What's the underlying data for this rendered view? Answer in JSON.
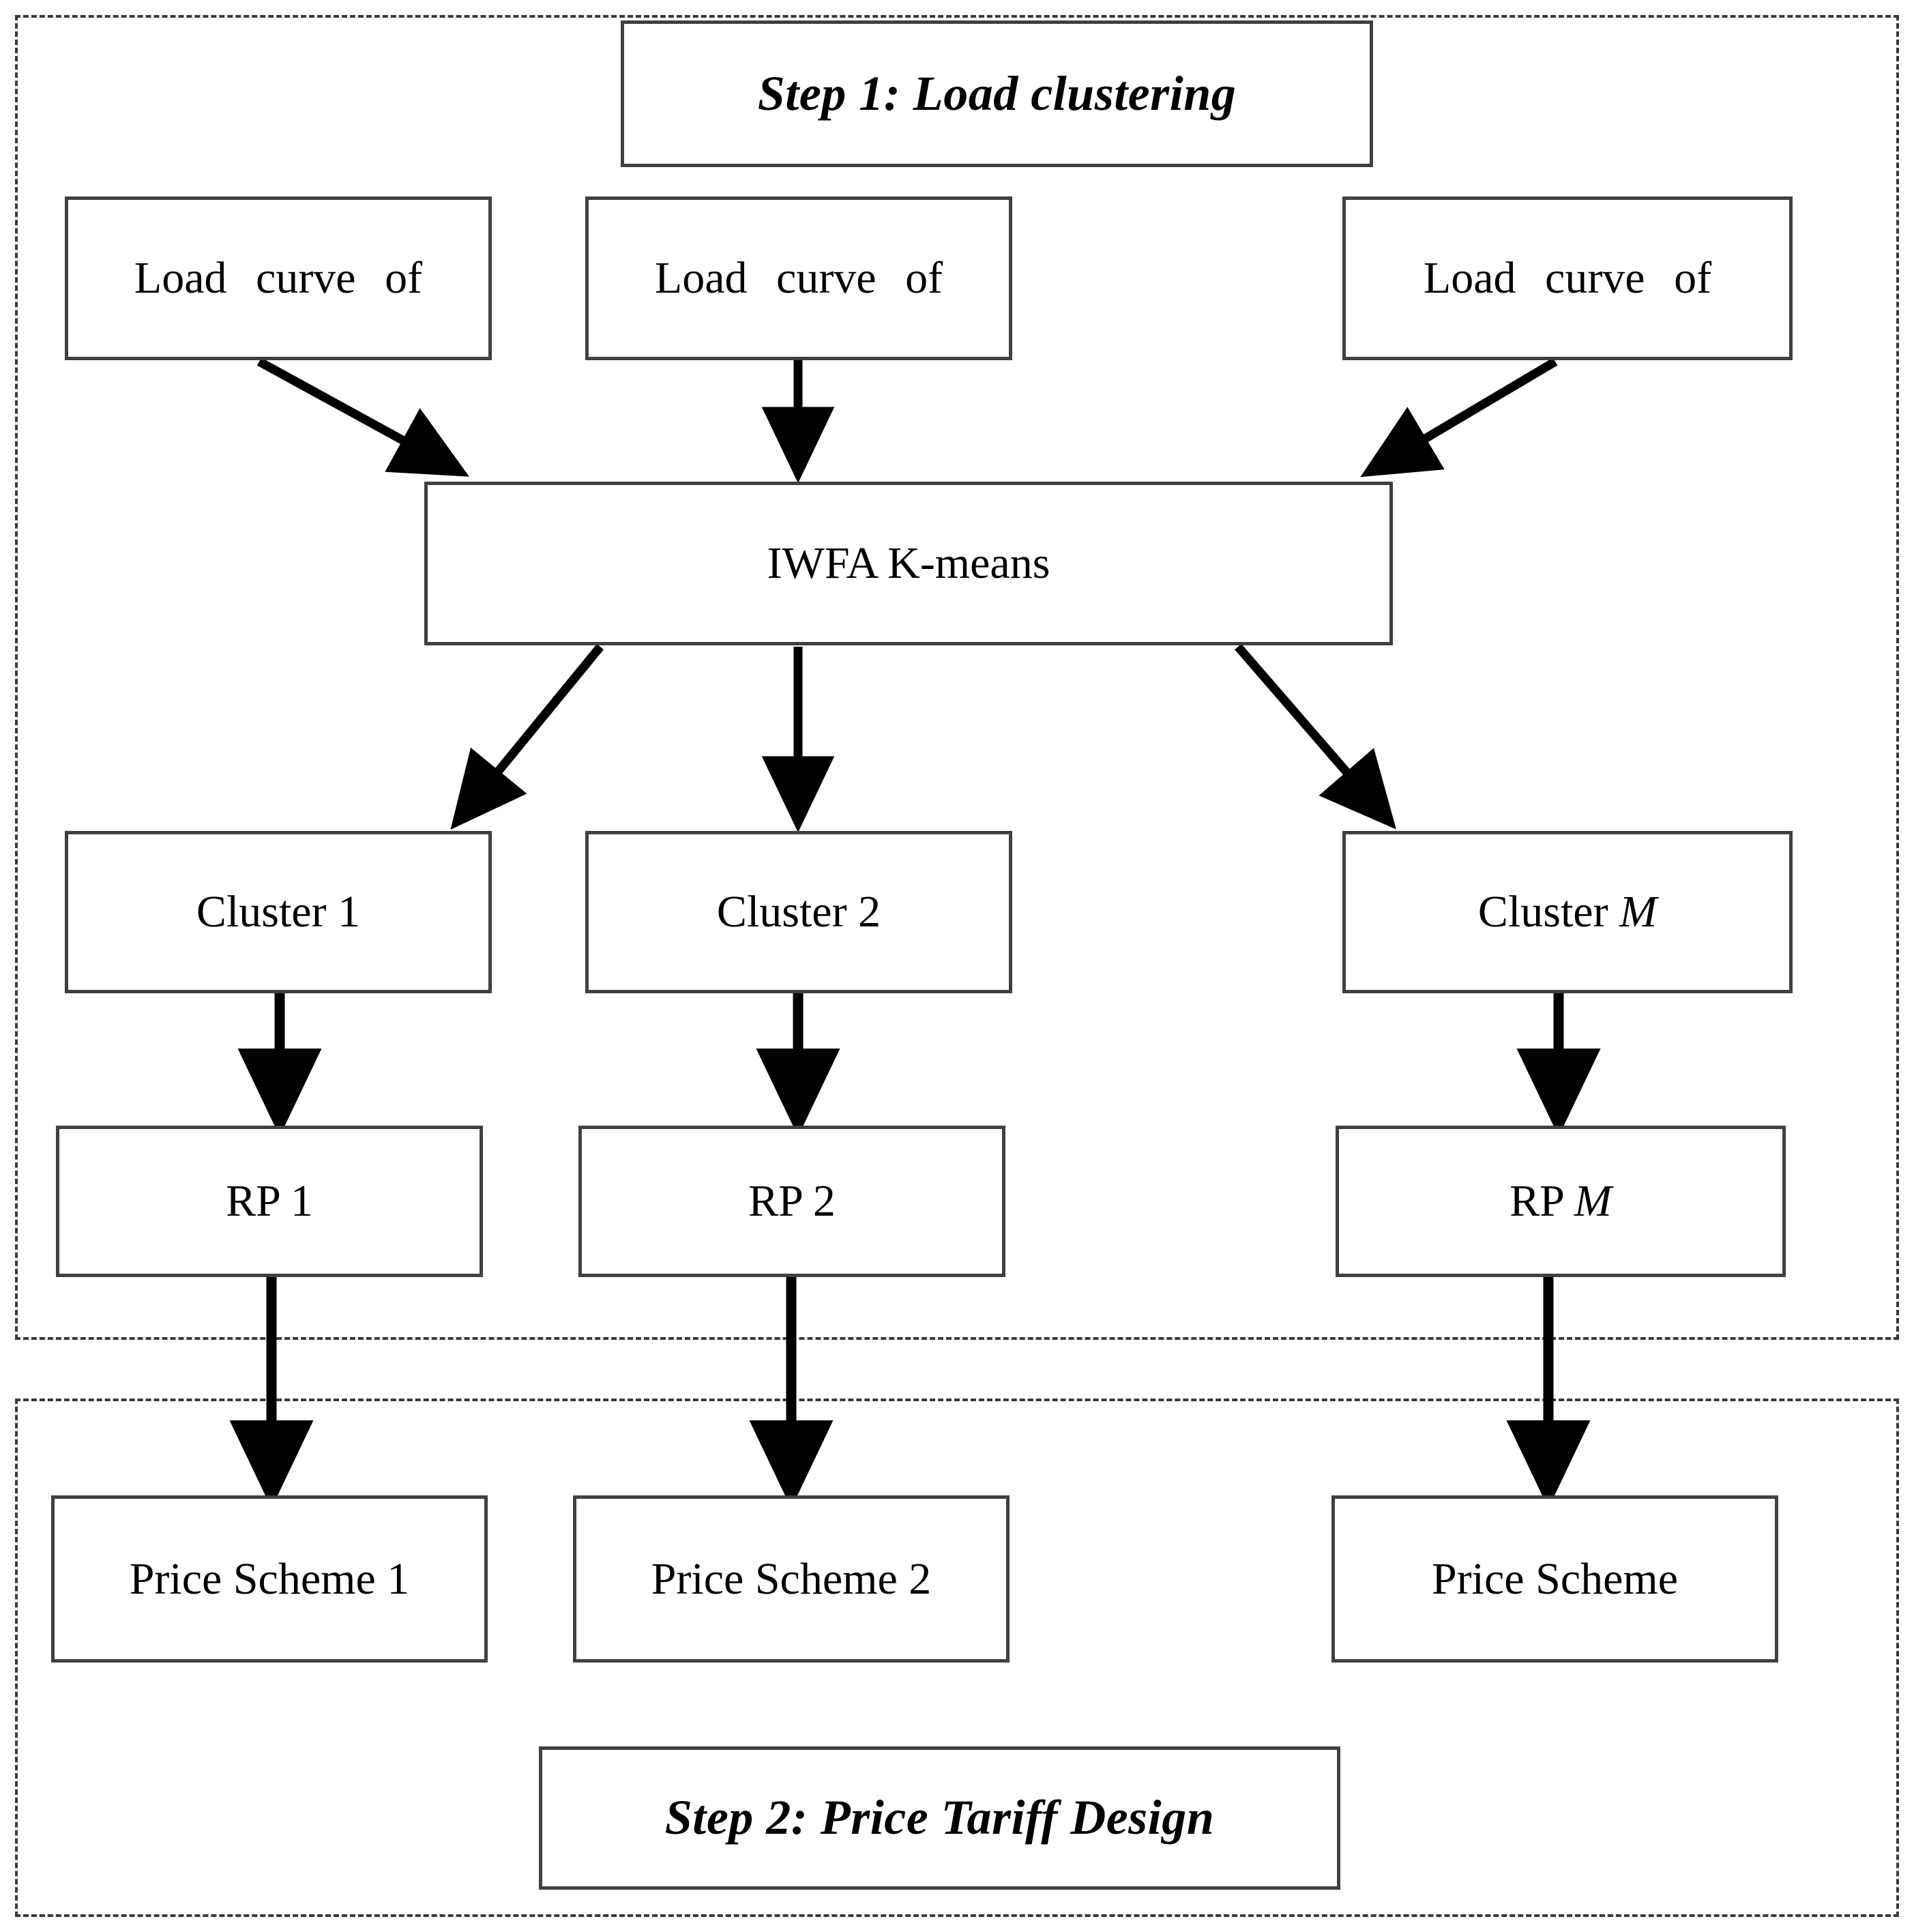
{
  "diagram": {
    "title": "Two-step load clustering and price tariff design flowchart",
    "colors": {
      "box_border": "#404040",
      "region_border": "#3a3a3a",
      "arrow": "#000000",
      "background": "#ffffff",
      "text": "#000000"
    }
  },
  "regions": [
    {
      "id": "step1",
      "label": "Step 1: Load clustering"
    },
    {
      "id": "step2",
      "label": "Step 2: Price Tariff Design"
    }
  ],
  "titles": {
    "step1": "Step 1: Load clustering",
    "step2": "Step 2: Price Tariff Design"
  },
  "inputs": [
    {
      "label": "Load  curve  of"
    },
    {
      "label": "Load  curve  of"
    },
    {
      "label": "Load  curve  of"
    }
  ],
  "algorithm": {
    "label": "IWFA K-means"
  },
  "clusters": [
    {
      "label_prefix": "Cluster ",
      "label_suffix": "1",
      "suffix_italic": false
    },
    {
      "label_prefix": "Cluster ",
      "label_suffix": "2",
      "suffix_italic": false
    },
    {
      "label_prefix": "Cluster ",
      "label_suffix": "M",
      "suffix_italic": true
    }
  ],
  "representative_profiles": [
    {
      "label_prefix": "RP ",
      "label_suffix": "1",
      "suffix_italic": false
    },
    {
      "label_prefix": "RP ",
      "label_suffix": "2",
      "suffix_italic": false
    },
    {
      "label_prefix": "RP ",
      "label_suffix": "M",
      "suffix_italic": true
    }
  ],
  "price_schemes": [
    {
      "label": "Price Scheme 1"
    },
    {
      "label": "Price Scheme 2"
    },
    {
      "label": "Price Scheme"
    }
  ],
  "connections": [
    {
      "from": "load-curve-1",
      "to": "iwfa-kmeans",
      "style": "diagonal-arrow"
    },
    {
      "from": "load-curve-2",
      "to": "iwfa-kmeans",
      "style": "vertical-arrow"
    },
    {
      "from": "load-curve-3",
      "to": "iwfa-kmeans",
      "style": "diagonal-arrow"
    },
    {
      "from": "iwfa-kmeans",
      "to": "cluster-1",
      "style": "diagonal-arrow"
    },
    {
      "from": "iwfa-kmeans",
      "to": "cluster-2",
      "style": "vertical-arrow"
    },
    {
      "from": "iwfa-kmeans",
      "to": "cluster-3",
      "style": "diagonal-arrow"
    },
    {
      "from": "cluster-1",
      "to": "rp-1",
      "style": "vertical-arrow"
    },
    {
      "from": "cluster-2",
      "to": "rp-2",
      "style": "vertical-arrow"
    },
    {
      "from": "cluster-3",
      "to": "rp-3",
      "style": "vertical-arrow"
    },
    {
      "from": "rp-1",
      "to": "price-scheme-1",
      "style": "vertical-arrow"
    },
    {
      "from": "rp-2",
      "to": "price-scheme-2",
      "style": "vertical-arrow"
    },
    {
      "from": "rp-3",
      "to": "price-scheme-3",
      "style": "vertical-arrow"
    }
  ]
}
